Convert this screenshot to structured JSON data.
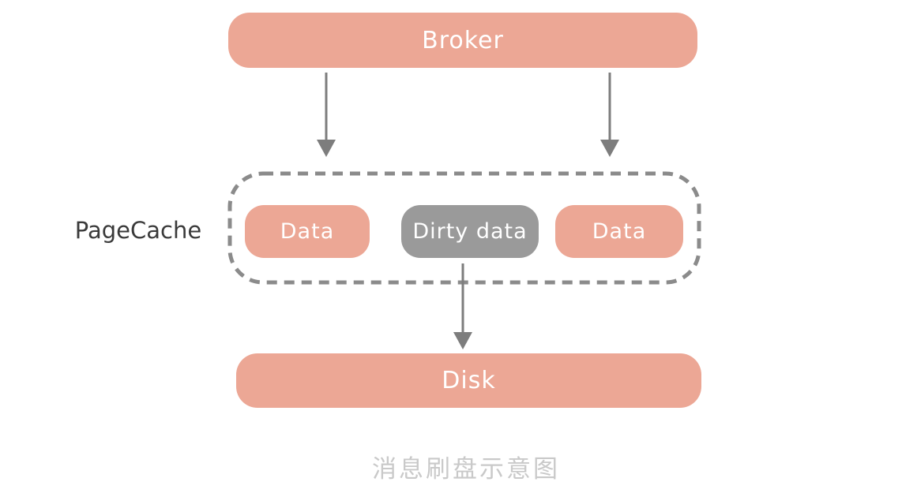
{
  "diagram": {
    "caption": "消息刷盘示意图",
    "broker": {
      "label": "Broker"
    },
    "pagecache": {
      "label": "PageCache",
      "items": [
        {
          "label": "Data",
          "type": "clean"
        },
        {
          "label": "Dirty data",
          "type": "dirty"
        },
        {
          "label": "Data",
          "type": "clean"
        }
      ]
    },
    "disk": {
      "label": "Disk"
    },
    "arrows": [
      {
        "from": "broker",
        "to": "pagecache",
        "position": "left"
      },
      {
        "from": "broker",
        "to": "pagecache",
        "position": "right"
      },
      {
        "from": "dirty-data",
        "to": "disk",
        "position": "center"
      }
    ],
    "colors": {
      "box_salmon": "#ECA795",
      "box_gray": "#9A9A9A",
      "box_text": "#FFFFFF",
      "dashed_border": "#8B8B8B",
      "arrow": "#7D7D7D",
      "pagecache_label_text": "#3A3A3A",
      "caption_text": "#C9C9C9",
      "background": "#FFFFFF"
    }
  }
}
